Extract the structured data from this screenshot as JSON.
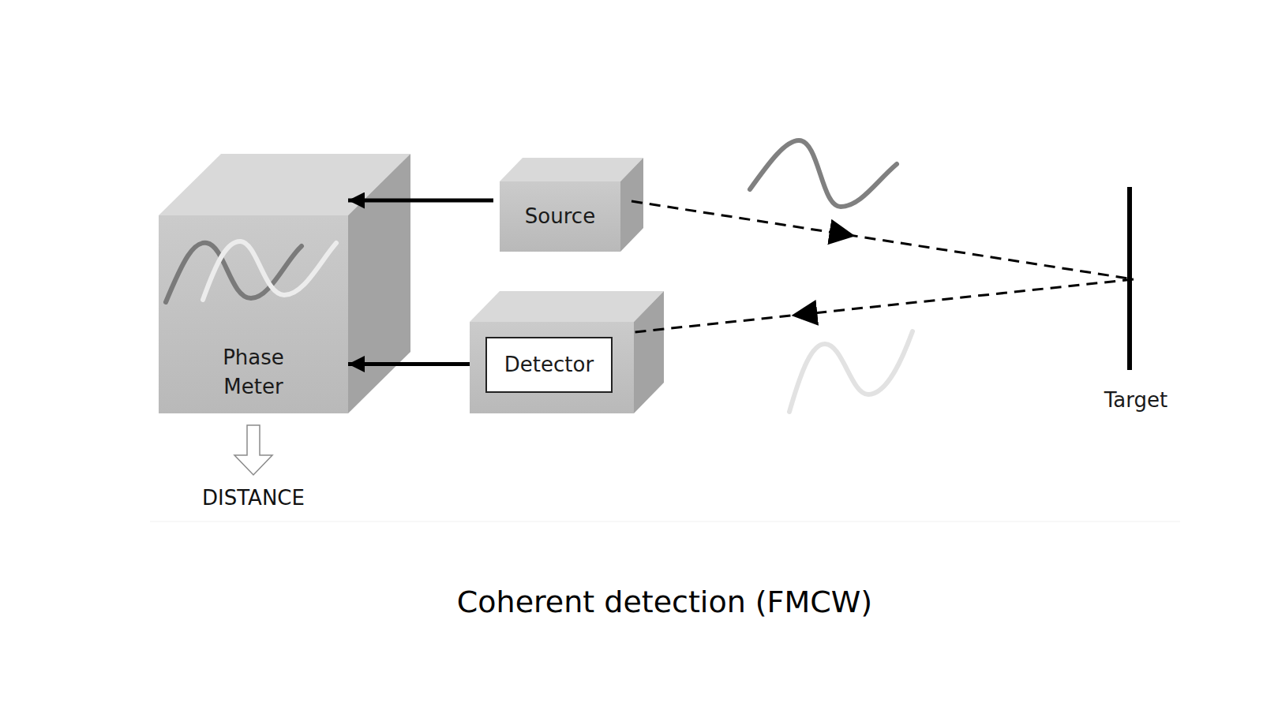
{
  "diagram": {
    "caption": "Coherent detection (FMCW)",
    "nodes": [
      {
        "text": [
          "Phase Meter"
        ]
      },
      {
        "text": [
          "Source"
        ]
      },
      {
        "text": [
          "Detector"
        ]
      },
      {
        "text": [
          "Target"
        ]
      }
    ],
    "edges": [
      {
        "from": 1,
        "to": 0,
        "arrow": "to"
      },
      {
        "from": 2,
        "to": 0,
        "arrow": "to"
      },
      {
        "from": 1,
        "to": 3,
        "arrow": "to"
      },
      {
        "from": 3,
        "to": 2,
        "arrow": "to"
      }
    ],
    "labels": [
      "DISTANCE"
    ]
  }
}
